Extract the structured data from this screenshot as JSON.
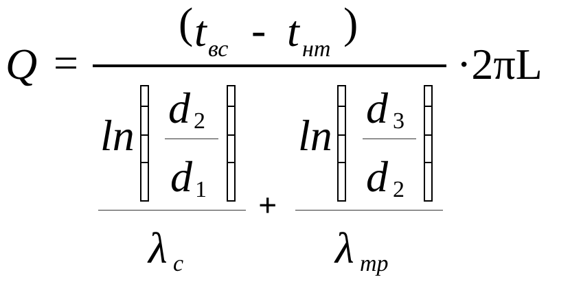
{
  "formula": {
    "lhs": "Q",
    "equals": "=",
    "numerator": {
      "open_paren": "(",
      "t1": "t",
      "t1_sub": "вс",
      "minus": "-",
      "t2": "t",
      "t2_sub": "нт",
      "close_paren": ")"
    },
    "multiplier": "·2πL",
    "term1": {
      "ln": "ln",
      "num_var": "d",
      "num_sub": "2",
      "den_var": "d",
      "den_sub": "1",
      "lambda": "λ",
      "lambda_sub": "с"
    },
    "plus": "+",
    "term2": {
      "ln": "ln",
      "num_var": "d",
      "num_sub": "3",
      "den_var": "d",
      "den_sub": "2",
      "lambda": "λ",
      "lambda_sub": "тр"
    }
  }
}
